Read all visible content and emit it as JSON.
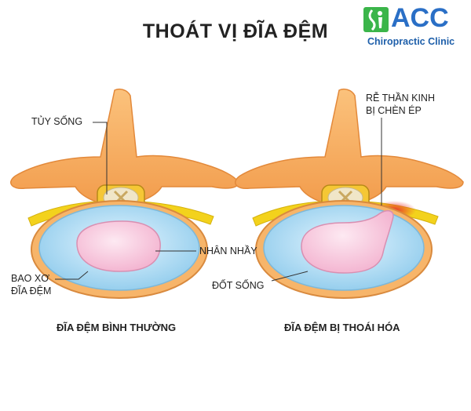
{
  "title": "THOÁT VỊ ĐĨA ĐỆM",
  "logo": {
    "brand": "ACC",
    "tagline": "Chiropractic Clinic",
    "icon": "chiropractic-spine-icon",
    "colors": {
      "blue": "#2a6fc6",
      "green": "#3bb54a"
    }
  },
  "labels": {
    "spinal_cord": "TỦY SỐNG",
    "nerve_root_line1": "RỄ THẦN KINH",
    "nerve_root_line2": "BỊ CHÈN ÉP",
    "nucleus": "NHÂN NHẦY",
    "annulus_line1": "BAO XƠ",
    "annulus_line2": "ĐĨA ĐỆM",
    "vertebra": "ĐỐT SỐNG"
  },
  "captions": {
    "normal": "ĐĨA ĐỆM BÌNH THƯỜNG",
    "degenerated": "ĐĨA ĐỆM BỊ THOÁI HÓA"
  },
  "colors": {
    "bone": "#f7ac5e",
    "bone_outline": "#e3893a",
    "nerve": "#f3d21c",
    "annulus": "#a8d8f0",
    "nucleus": "#f6bfd6",
    "compression": "#e8322a"
  }
}
